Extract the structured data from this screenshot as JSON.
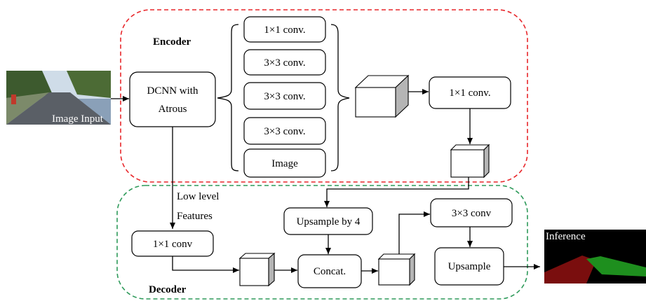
{
  "encoder": {
    "title": "Encoder",
    "border_color": "#e8262a",
    "dcnn_line1": "DCNN with",
    "dcnn_line2": "Atrous",
    "branch_1": "1×1 conv.",
    "branch_2": "3×3 conv.",
    "branch_3": "3×3 conv.",
    "branch_4": "3×3 conv.",
    "branch_5": "Image",
    "out_conv": "1×1 conv."
  },
  "input": {
    "label": "Image Input"
  },
  "low_level": {
    "line1": "Low level",
    "line2": "Features"
  },
  "decoder": {
    "title": "Decoder",
    "border_color": "#2e9a5a",
    "conv_1x1": "1×1 conv",
    "upsample_by_4": "Upsample by 4",
    "concat": "Concat.",
    "conv_3x3": "3×3 conv",
    "upsample": "Upsample"
  },
  "output": {
    "label": "Inference"
  }
}
